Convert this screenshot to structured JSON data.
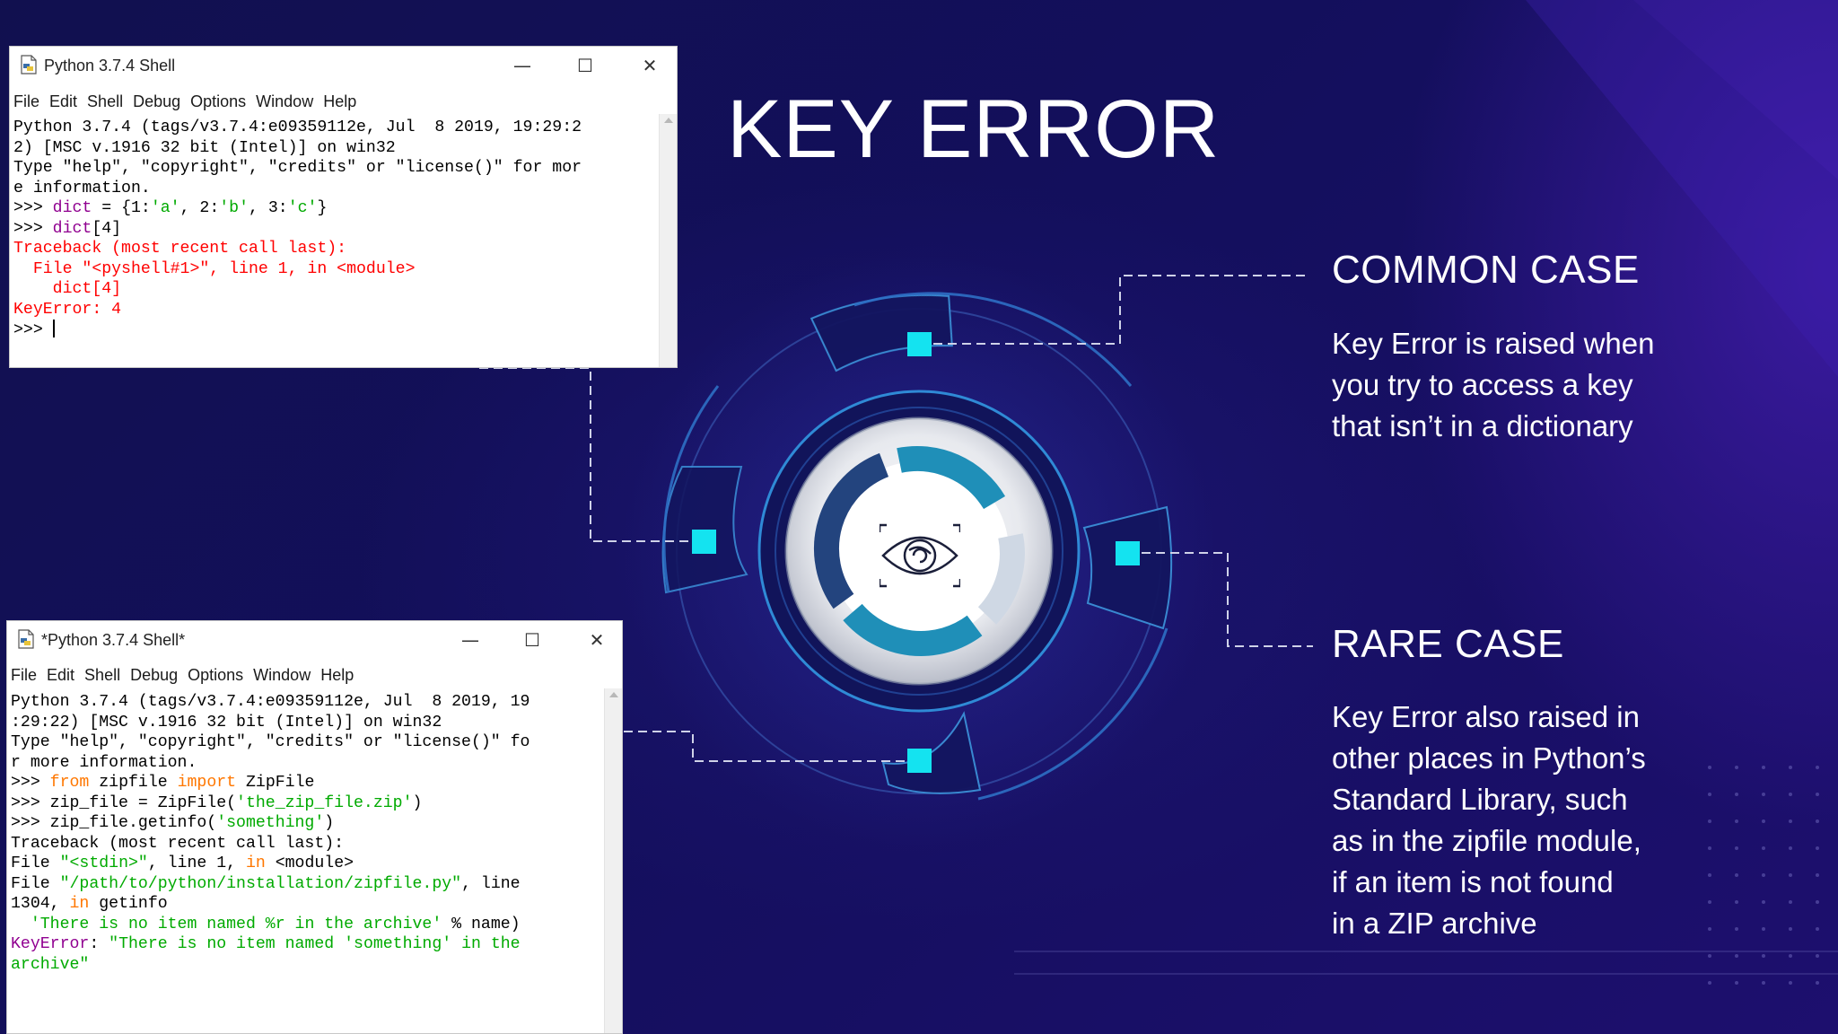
{
  "slide": {
    "title": "KEY ERROR",
    "common_case": {
      "heading": "COMMON CASE",
      "body_lines": [
        "Key Error is raised when",
        "you try to access a key",
        "that isn’t in a dictionary"
      ]
    },
    "rare_case": {
      "heading": "RARE CASE",
      "body_lines": [
        "Key Error also raised in",
        "other places in Python’s",
        "Standard Library, such",
        "as in the zipfile module,",
        "if an item is not found",
        "in a ZIP archive"
      ]
    },
    "center_icon": "eye-icon",
    "colors": {
      "background": "#130f5c",
      "accent": "#14e3f0",
      "text": "#ffffff"
    }
  },
  "shell1": {
    "title": "Python 3.7.4 Shell",
    "controls": {
      "minimize": "—",
      "maximize": "☐",
      "close": "✕"
    },
    "menu": [
      "File",
      "Edit",
      "Shell",
      "Debug",
      "Options",
      "Window",
      "Help"
    ],
    "code": [
      [
        [
          "Python 3.7.4 (tags/v3.7.4:e09359112e, Jul  8 2019, 19:29:2",
          "def"
        ]
      ],
      [
        [
          "2) [MSC v.1916 32 bit (Intel)] on win32",
          "def"
        ]
      ],
      [
        [
          "Type \"help\", \"copyright\", \"credits\" or \"license()\" for mor",
          "def"
        ]
      ],
      [
        [
          "e information.",
          "def"
        ]
      ],
      [
        [
          ">>> ",
          "def"
        ],
        [
          "dict",
          "bi"
        ],
        [
          " = {1:",
          "def"
        ],
        [
          "'a'",
          "str"
        ],
        [
          ", 2:",
          "def"
        ],
        [
          "'b'",
          "str"
        ],
        [
          ", 3:",
          "def"
        ],
        [
          "'c'",
          "str"
        ],
        [
          "}",
          "def"
        ]
      ],
      [
        [
          ">>> ",
          "def"
        ],
        [
          "dict",
          "bi"
        ],
        [
          "[4]",
          "def"
        ]
      ],
      [
        [
          "Traceback (most recent call last):",
          "err"
        ]
      ],
      [
        [
          "  File \"<pyshell#1>\", line 1, in <module>",
          "err"
        ]
      ],
      [
        [
          "    dict[4]",
          "err"
        ]
      ],
      [
        [
          "KeyError: 4",
          "err"
        ]
      ],
      [
        [
          ">>> ",
          "def"
        ]
      ]
    ]
  },
  "shell2": {
    "title": "*Python 3.7.4 Shell*",
    "controls": {
      "minimize": "—",
      "maximize": "☐",
      "close": "✕"
    },
    "menu": [
      "File",
      "Edit",
      "Shell",
      "Debug",
      "Options",
      "Window",
      "Help"
    ],
    "code": [
      [
        [
          "Python 3.7.4 (tags/v3.7.4:e09359112e, Jul  8 2019, 19",
          "def"
        ]
      ],
      [
        [
          ":29:22) [MSC v.1916 32 bit (Intel)] on win32",
          "def"
        ]
      ],
      [
        [
          "Type \"help\", \"copyright\", \"credits\" or \"license()\" fo",
          "def"
        ]
      ],
      [
        [
          "r more information.",
          "def"
        ]
      ],
      [
        [
          ">>> ",
          "def"
        ],
        [
          "from",
          "kw"
        ],
        [
          " zipfile ",
          "def"
        ],
        [
          "import",
          "kw"
        ],
        [
          " ZipFile",
          "def"
        ]
      ],
      [
        [
          ">>> zip_file = ZipFile(",
          "def"
        ],
        [
          "'the_zip_file.zip'",
          "str"
        ],
        [
          ")",
          "def"
        ]
      ],
      [
        [
          ">>> zip_file.getinfo(",
          "def"
        ],
        [
          "'something'",
          "str"
        ],
        [
          ")",
          "def"
        ]
      ],
      [
        [
          "Traceback (most recent call last):",
          "def"
        ]
      ],
      [
        [
          "File ",
          "def"
        ],
        [
          "\"<stdin>\"",
          "str"
        ],
        [
          ", line 1, ",
          "def"
        ],
        [
          "in",
          "kw"
        ],
        [
          " <module>",
          "def"
        ]
      ],
      [
        [
          "File ",
          "def"
        ],
        [
          "\"/path/to/python/installation/zipfile.py\"",
          "str"
        ],
        [
          ", line",
          "def"
        ]
      ],
      [
        [
          "1304, ",
          "def"
        ],
        [
          "in",
          "kw"
        ],
        [
          " getinfo",
          "def"
        ]
      ],
      [
        [
          "  ",
          "def"
        ],
        [
          "'There is no item named %r in the archive'",
          "str"
        ],
        [
          " % name)",
          "def"
        ]
      ],
      [
        [
          "KeyError",
          "bi"
        ],
        [
          ": ",
          "def"
        ],
        [
          "\"There is no item named 'something' in the",
          "str"
        ]
      ],
      [
        [
          "archive\"",
          "str"
        ]
      ]
    ]
  }
}
